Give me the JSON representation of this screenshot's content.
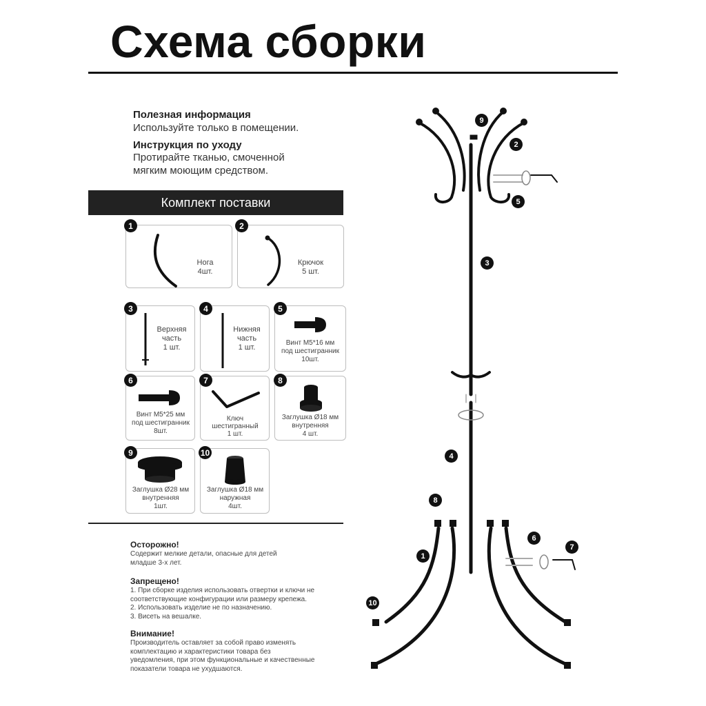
{
  "title": "Схема сборки",
  "info": {
    "useful_title": "Полезная информация",
    "useful_text": "Используйте только в помещении.",
    "care_title": "Инструкция по уходу",
    "care_text_1": "Протирайте тканью, смоченной",
    "care_text_2": "мягким моющим средством."
  },
  "kit": {
    "header": "Комплект поставки",
    "items": [
      {
        "num": "1",
        "label": "Нога\n4шт.",
        "icon": "curved-leg-icon"
      },
      {
        "num": "2",
        "label": "Крючок\n5 шт.",
        "icon": "hook-icon"
      },
      {
        "num": "3",
        "label": "Верхняя\nчасть\n1 шт.",
        "icon": "upper-pole-icon"
      },
      {
        "num": "4",
        "label": "Нижняя\nчасть\n1 шт.",
        "icon": "lower-pole-icon"
      },
      {
        "num": "5",
        "label": "Винт М5*16 мм\nпод шестигранник\n10шт.",
        "icon": "screw-short-icon"
      },
      {
        "num": "6",
        "label": "Винт М5*25 мм\nпод шестигранник\n8шт.",
        "icon": "screw-long-icon"
      },
      {
        "num": "7",
        "label": "Ключ\nшестигранный\n1 шт.",
        "icon": "hex-key-icon"
      },
      {
        "num": "8",
        "label": "Заглушка Ø18 мм\nвнутренняя\n4 шт.",
        "icon": "inner-plug-18-icon"
      },
      {
        "num": "9",
        "label": "Заглушка Ø28 мм\nвнутренняя\n1шт.",
        "icon": "inner-plug-28-icon"
      },
      {
        "num": "10",
        "label": "Заглушка Ø18 мм\nнаружная\n4шт.",
        "icon": "outer-plug-18-icon"
      }
    ]
  },
  "warnings": {
    "caution_title": "Осторожно!",
    "caution_text": "Содержит мелкие детали, опасные для детей\nмладше 3-х лет.",
    "forbidden_title": "Запрещено!",
    "forbidden_text": "1. При сборке изделия использовать отвертки и ключи не\nсоответствующие конфигурации или размеру крепежа.\n2. Использовать изделие не по назначению.\n3. Висеть на вешалке.",
    "attention_title": "Внимание!",
    "attention_text": "Производитель оставляет за собой право изменять\nкомплектацию и характеристики товара без\nуведомления, при этом функциональные и качественные\nпоказатели товара не ухудшаются."
  },
  "diagram": {
    "callouts": [
      "9",
      "2",
      "5",
      "3",
      "4",
      "8",
      "6",
      "7",
      "1",
      "10"
    ]
  }
}
